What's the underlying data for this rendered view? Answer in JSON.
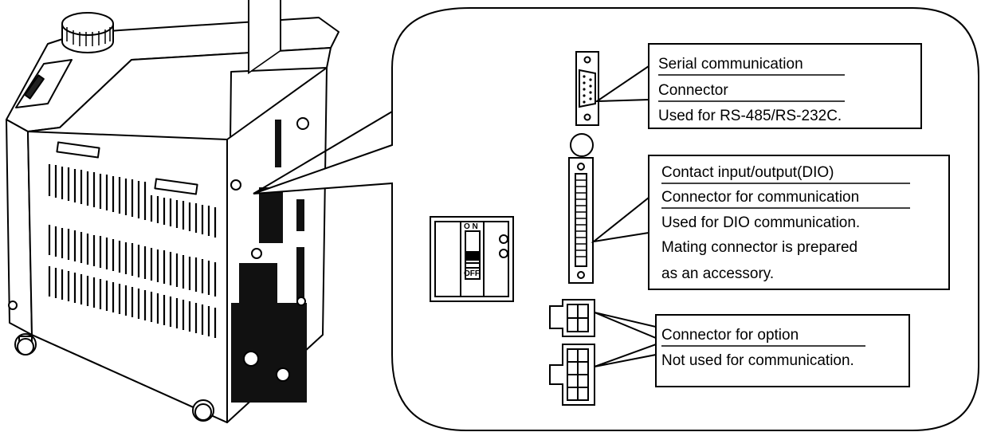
{
  "switch": {
    "on_label": "O N",
    "off_label": "OFF"
  },
  "callouts": [
    {
      "id": "serial",
      "lines": [
        "Serial communication",
        "Connector",
        "Used for RS-485/RS-232C."
      ]
    },
    {
      "id": "dio",
      "lines": [
        "Contact input/output(DIO)",
        "Connector for communication",
        "Used for DIO communication.",
        "Mating connector is prepared",
        "as an accessory."
      ]
    },
    {
      "id": "option",
      "lines": [
        "Connector for option",
        "Not used for communication."
      ]
    }
  ]
}
